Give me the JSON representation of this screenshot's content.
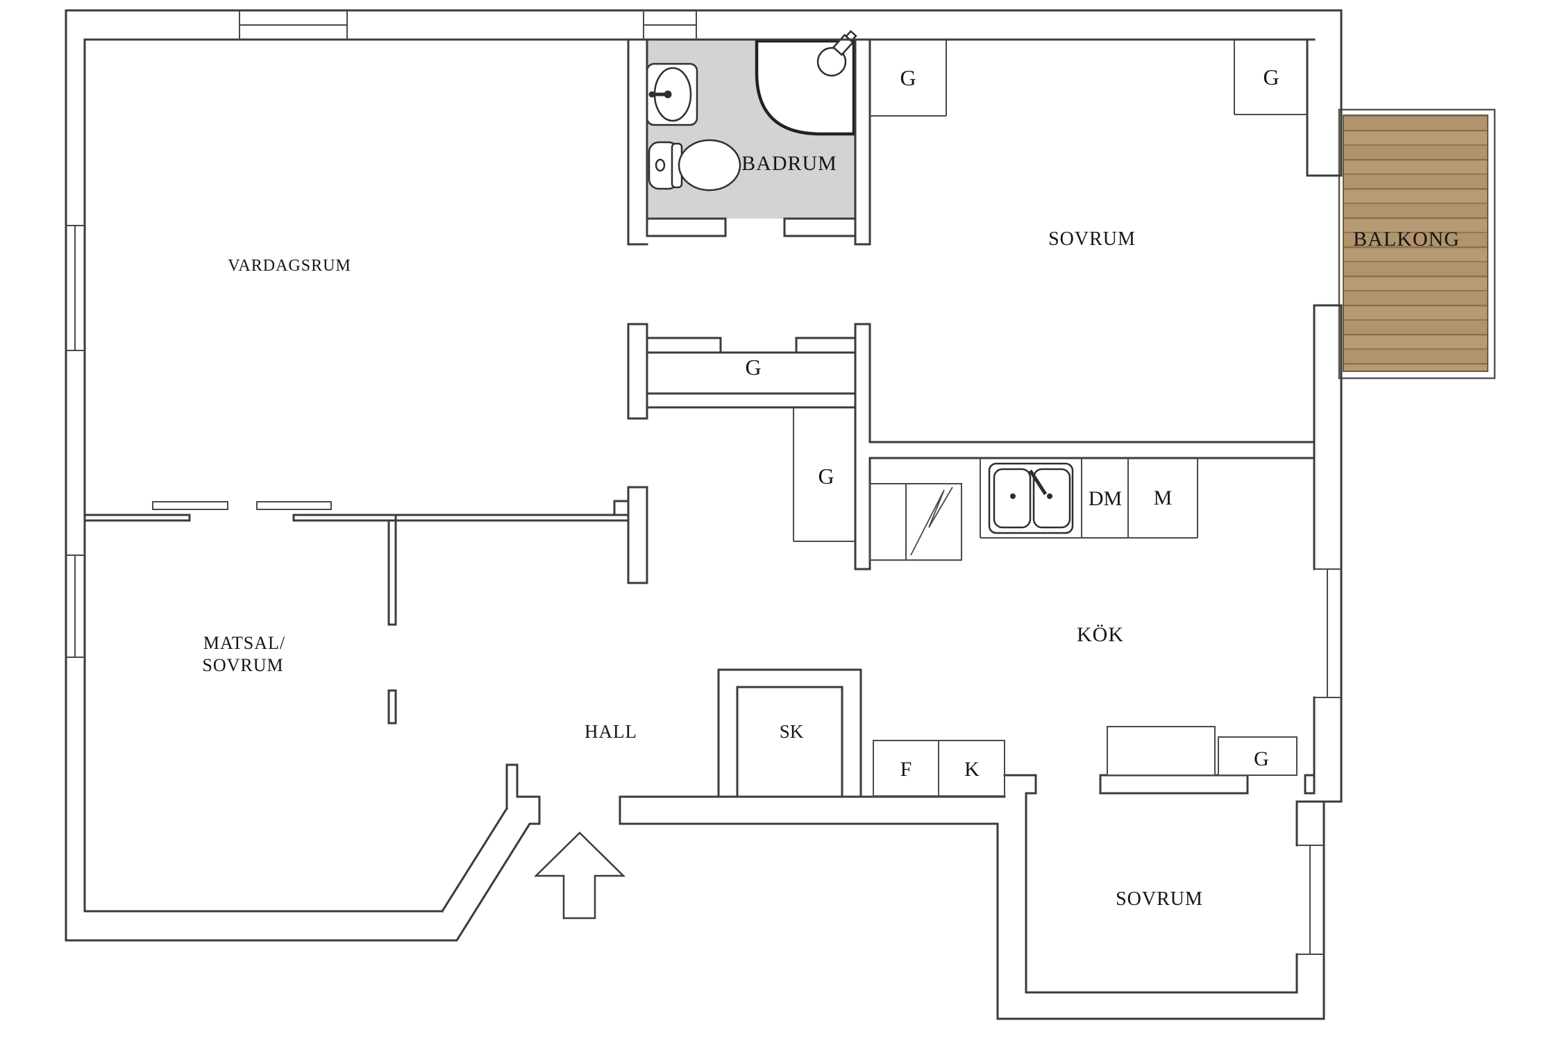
{
  "labels": {
    "vardagsrum": "VARDAGSRUM",
    "badrum": "BADRUM",
    "sovrum_top": "SOVRUM",
    "balkong": "BALKONG",
    "kok": "KÖK",
    "matsal_line1": "MATSAL/",
    "matsal_line2": "SOVRUM",
    "hall": "HALL",
    "sovrum_bottom": "SOVRUM",
    "sk": "SK",
    "dm": "DM",
    "m": "M",
    "f": "F",
    "k": "K",
    "g": "G"
  },
  "colors": {
    "wall": "#3b3b3b",
    "floor": "#ffffff",
    "bathroom_floor": "#d3d3d3",
    "wood_base": "#b3976f",
    "wood_line": "#86704f",
    "text": "#151515"
  }
}
